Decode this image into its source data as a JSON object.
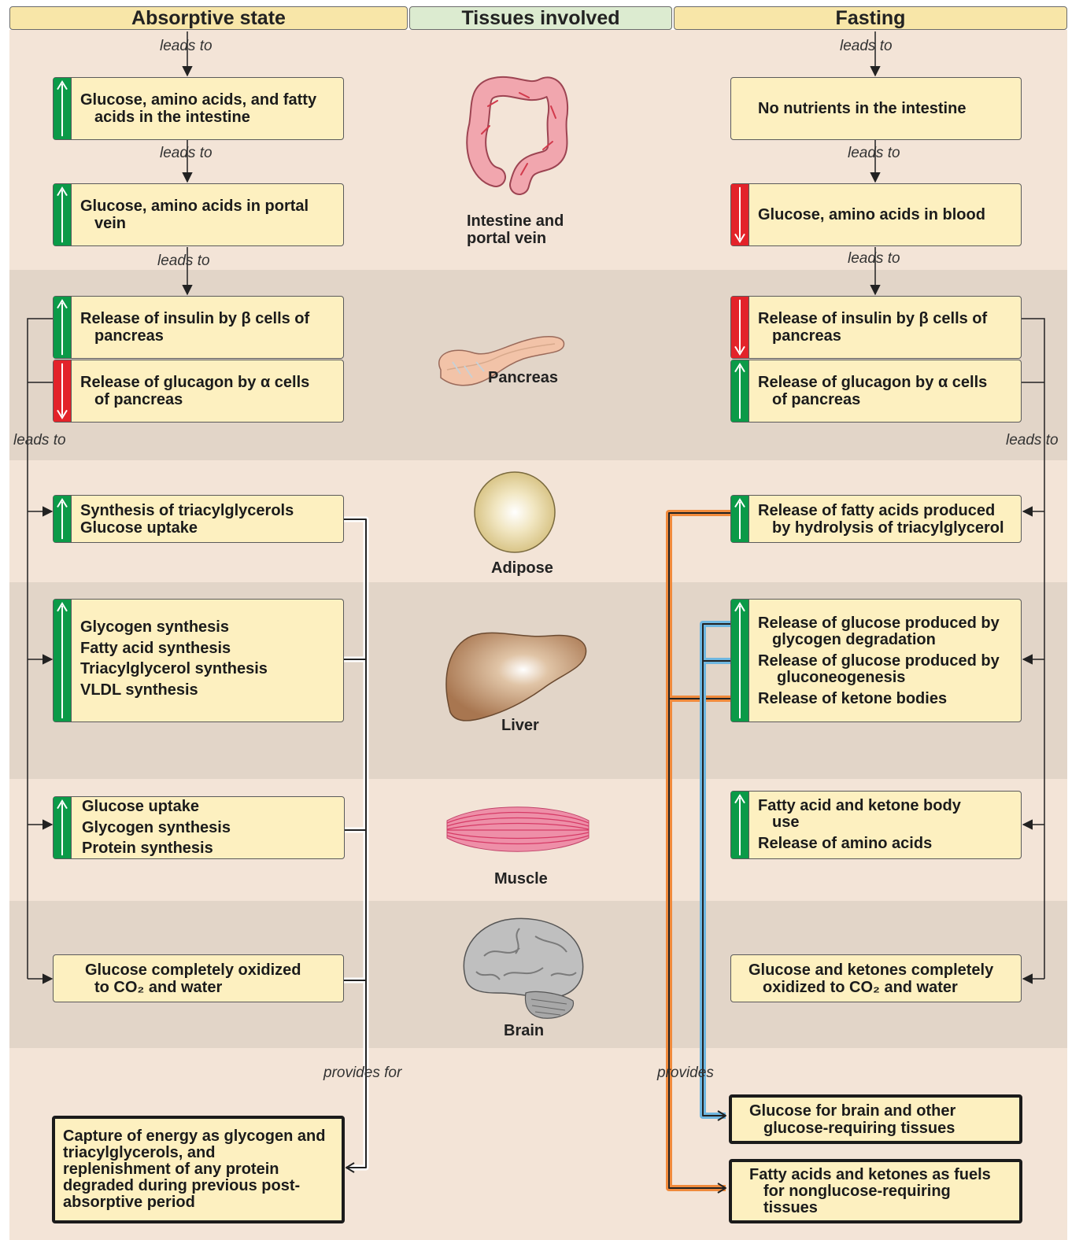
{
  "headers": {
    "absorptive": "Absorptive state",
    "tissues": "Tissues involved",
    "fasting": "Fasting"
  },
  "labels": {
    "leads_to": "leads to",
    "provides_for": "provides for",
    "provides": "provides"
  },
  "absorptive": {
    "intestine": [
      "Glucose, amino acids, and fatty",
      "acids in the intestine"
    ],
    "portal": [
      "Glucose, amino acids in portal",
      "vein"
    ],
    "insulin": [
      "Release of insulin by β cells of",
      "pancreas"
    ],
    "glucagon": [
      "Release of glucagon by α cells",
      "of pancreas"
    ],
    "adipose": [
      "Synthesis of triacylglycerols",
      "Glucose uptake"
    ],
    "liver": [
      "Glycogen synthesis",
      "Fatty acid synthesis",
      "Triacylglycerol synthesis",
      "VLDL synthesis"
    ],
    "muscle": [
      "Glucose uptake",
      "Glycogen synthesis",
      "Protein synthesis"
    ],
    "brain": [
      "Glucose completely oxidized",
      "to CO₂ and water"
    ],
    "result": [
      "Capture of energy as glycogen and",
      "triacylglycerols, and",
      "replenishment of any protein",
      "degraded during previous post-",
      "absorptive period"
    ]
  },
  "fasting": {
    "intestine": "No nutrients in the intestine",
    "blood": "Glucose, amino acids in blood",
    "insulin": [
      "Release of insulin by β cells of",
      "pancreas"
    ],
    "glucagon": [
      "Release of glucagon by α cells",
      "of pancreas"
    ],
    "adipose": [
      "Release of fatty acids produced",
      "by hydrolysis of triacylglycerol"
    ],
    "liver": [
      "Release of glucose produced by",
      "glycogen degradation",
      "Release of glucose produced by",
      "gluconeogenesis",
      "Release of ketone bodies"
    ],
    "muscle": [
      "Fatty acid and ketone body",
      "use",
      "Release of amino acids"
    ],
    "brain": [
      "Glucose and ketones completely",
      "oxidized to CO₂ and water"
    ],
    "result_glucose": [
      "Glucose for brain and other",
      "glucose-requiring tissues"
    ],
    "result_fuels": [
      "Fatty acids and ketones as fuels",
      "for nonglucose-requiring",
      "tissues"
    ]
  },
  "tissues": {
    "intestine": [
      "Intestine and",
      "portal vein"
    ],
    "pancreas": "Pancreas",
    "adipose": "Adipose",
    "liver": "Liver",
    "muscle": "Muscle",
    "brain": "Brain"
  },
  "colors": {
    "header_side": "#f8e6a8",
    "header_center": "#dcebd0",
    "box_fill": "#fdf0c0",
    "increase": "#0b9a48",
    "decrease": "#e3232a",
    "orange_path": "#f08a3c",
    "blue_path": "#6fb7e0"
  }
}
